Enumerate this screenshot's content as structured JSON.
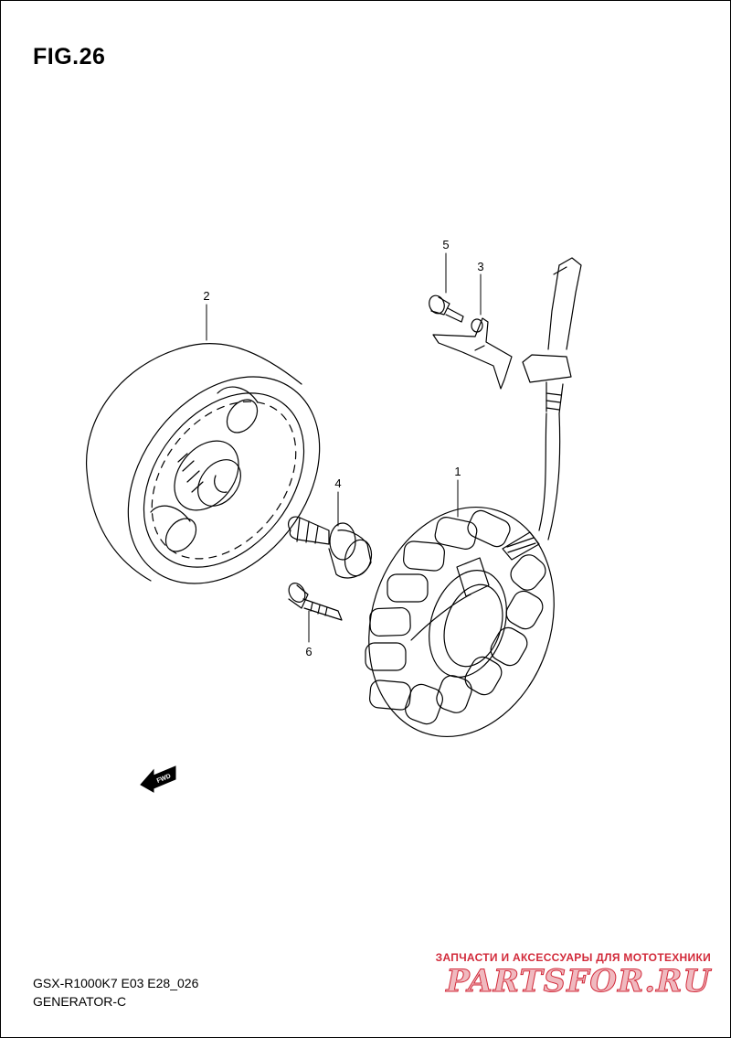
{
  "figure": {
    "title": "FIG.26"
  },
  "callouts": [
    "1",
    "2",
    "3",
    "4",
    "5",
    "6"
  ],
  "fwd_label": "FWD",
  "footer": {
    "model_code": "GSX-R1000K7 E03 E28_026",
    "caption": "GENERATOR-C"
  },
  "watermark": {
    "tagline": "ЗАПЧАСТИ И АКСЕССУАРЫ ДЛЯ МОТОТЕХНИКИ",
    "logo": "PARTSFOR.RU"
  }
}
